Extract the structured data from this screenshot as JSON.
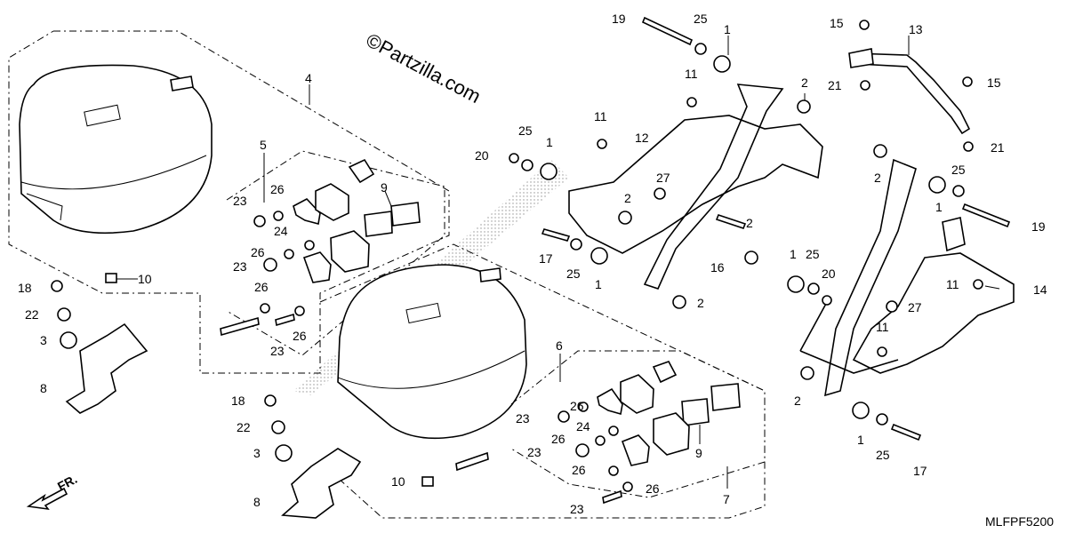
{
  "watermark": {
    "text": "©Partzilla.com"
  },
  "diagram_code": "MLFPF5200",
  "direction_label": "FR.",
  "callouts": {
    "c4": "4",
    "c5": "5",
    "c9": "9",
    "c23a": "23",
    "c26a": "26",
    "c24a": "24",
    "c26b": "26",
    "c23b": "23",
    "c26c": "26",
    "c23c": "23",
    "c26d": "26",
    "c10a": "10",
    "c18a": "18",
    "c22a": "22",
    "c3a": "3",
    "c8a": "8",
    "c18b": "18",
    "c22b": "22",
    "c3b": "3",
    "c8b": "8",
    "c10b": "10",
    "c6": "6",
    "c7": "7",
    "c9b": "9",
    "c26e": "26",
    "c23d": "23",
    "c24b": "24",
    "c26f": "26",
    "c23e": "23",
    "c26g": "26",
    "c23f": "23",
    "c26h": "26",
    "c19a": "19",
    "c25a": "25",
    "c1a": "1",
    "c2a": "2",
    "c11a": "11",
    "c11b": "11",
    "c12": "12",
    "c25b": "25",
    "c20a": "20",
    "c1b": "1",
    "c2b": "2",
    "c27a": "27",
    "c17a": "17",
    "c25c": "25",
    "c1c": "1",
    "c2c": "2",
    "c15a": "15",
    "c13": "13",
    "c21a": "21",
    "c15b": "15",
    "c21b": "21",
    "c2d": "2",
    "c25d": "25",
    "c1d": "1",
    "c19b": "19",
    "c16": "16",
    "c2e": "2",
    "c1e": "1",
    "c25e": "25",
    "c20b": "20",
    "c11c": "11",
    "c14": "14",
    "c27b": "27",
    "c11d": "11",
    "c2f": "2",
    "c1f": "1",
    "c25f": "25",
    "c17b": "17"
  }
}
